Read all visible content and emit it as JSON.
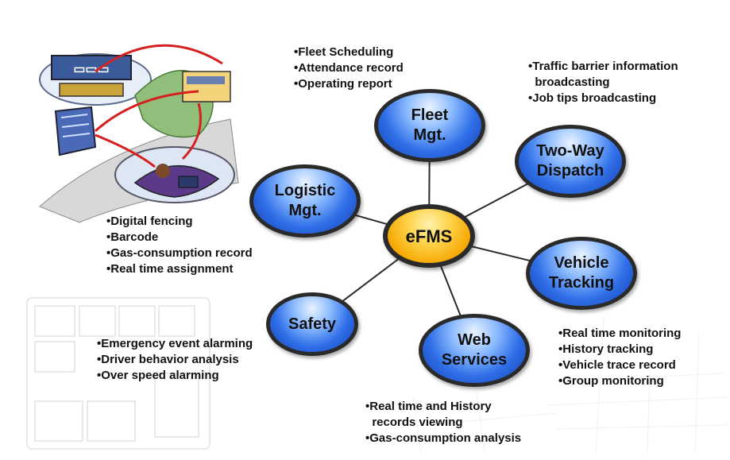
{
  "center": {
    "label": "eFMS"
  },
  "modules": [
    {
      "id": "fleet",
      "label": "Fleet\nMgt.",
      "items": [
        "•Fleet Scheduling",
        "•Attendance record",
        "•Operating report"
      ]
    },
    {
      "id": "two-way-dispatch",
      "label": "Two-Way\nDispatch",
      "items": [
        "•Traffic barrier information",
        "  broadcasting",
        "•Job tips broadcasting"
      ]
    },
    {
      "id": "vehicle-tracking",
      "label": "Vehicle\nTracking",
      "items": [
        "•Real time monitoring",
        "•History tracking",
        "•Vehicle trace record",
        "•Group monitoring"
      ]
    },
    {
      "id": "web-services",
      "label": "Web\nServices",
      "items": [
        "•Real time and History",
        "  records viewing",
        "•Gas-consumption analysis"
      ]
    },
    {
      "id": "safety",
      "label": "Safety",
      "items": [
        "•Emergency event alarming",
        "•Driver behavior analysis",
        "•Over speed alarming"
      ]
    },
    {
      "id": "logistic",
      "label": "Logistic\nMgt.",
      "items": [
        "•Digital fencing",
        "•Barcode",
        "•Gas-consumption record",
        "•Real time assignment"
      ]
    }
  ],
  "illustration": {
    "icon": "fleet-network-illustration"
  },
  "background": {
    "icon": "navigation-screen-watermark"
  }
}
